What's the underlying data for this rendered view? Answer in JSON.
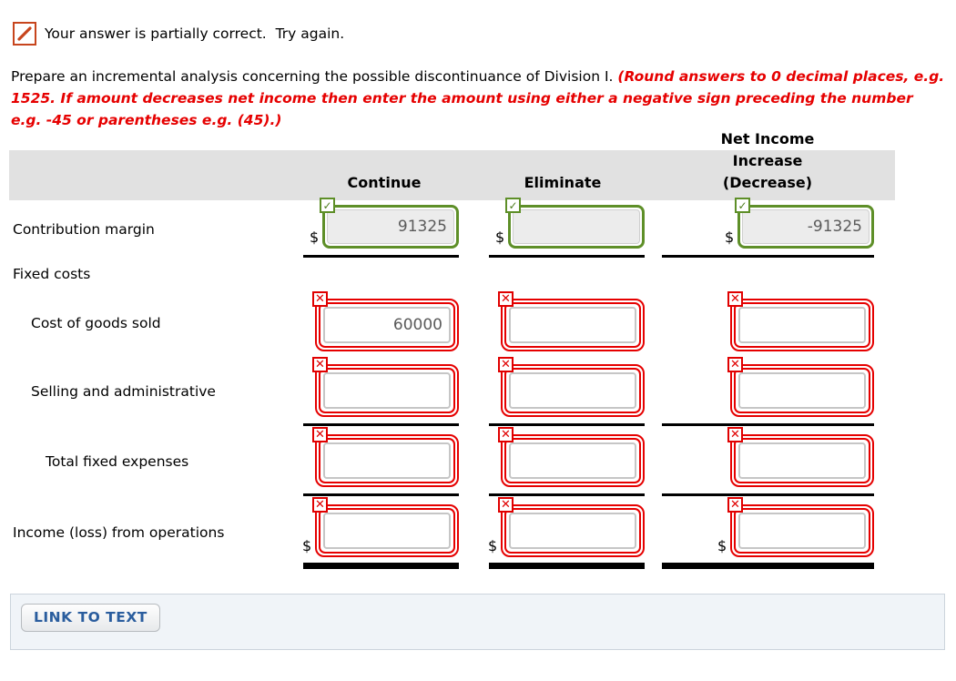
{
  "alert": {
    "message": "Your answer is partially correct.  Try again."
  },
  "instructions": {
    "lead": "Prepare an incremental analysis concerning the possible discontinuance of Division I. ",
    "emphasis": "(Round answers to 0 decimal places, e.g. 1525. If amount decreases net income then enter the amount using either a negative sign preceding the number e.g. -45 or parentheses e.g. (45).)"
  },
  "table": {
    "currency_symbol": "$",
    "columns": [
      "Continue",
      "Eliminate",
      "Net Income\nIncrease (Decrease)"
    ],
    "rows": [
      {
        "label": "Contribution margin",
        "cells": [
          {
            "value": "91325",
            "status": "correct"
          },
          {
            "value": "",
            "status": "correct"
          },
          {
            "value": "-91325",
            "status": "correct"
          }
        ]
      },
      {
        "label": "Fixed costs"
      },
      {
        "label": "Cost of goods sold",
        "cells": [
          {
            "value": "60000",
            "status": "incorrect"
          },
          {
            "value": "",
            "status": "incorrect"
          },
          {
            "value": "",
            "status": "incorrect"
          }
        ]
      },
      {
        "label": "Selling and administrative",
        "cells": [
          {
            "value": "",
            "status": "incorrect"
          },
          {
            "value": "",
            "status": "incorrect"
          },
          {
            "value": "",
            "status": "incorrect"
          }
        ]
      },
      {
        "label": "Total fixed expenses",
        "cells": [
          {
            "value": "",
            "status": "incorrect"
          },
          {
            "value": "",
            "status": "incorrect"
          },
          {
            "value": "",
            "status": "incorrect"
          }
        ]
      },
      {
        "label": "Income (loss) from operations",
        "cells": [
          {
            "value": "",
            "status": "incorrect"
          },
          {
            "value": "",
            "status": "incorrect"
          },
          {
            "value": "",
            "status": "incorrect"
          }
        ]
      }
    ]
  },
  "icons": {
    "check": "✓",
    "cross": "✕"
  },
  "footer": {
    "link_to_text": "LINK TO TEXT"
  },
  "colors": {
    "correct_green": "#5e8f28",
    "incorrect_red": "#e60000",
    "header_gray": "#e1e1e1",
    "link_blue": "#2a5d9e",
    "alert_orange": "#c7451d",
    "rule_black": "#000000"
  }
}
